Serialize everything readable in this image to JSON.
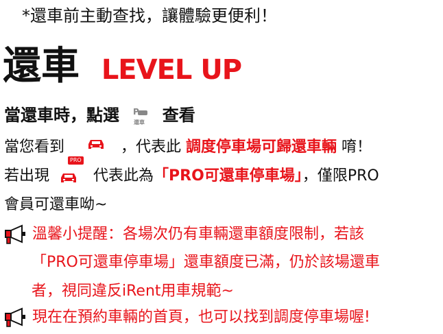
{
  "note": "*還車前主動查找，讓體驗更便利！",
  "title": {
    "main": "還車",
    "accent": "LEVEL UP"
  },
  "line1": {
    "text": "當還車時，點選",
    "icon_label": "還車",
    "icon_badge": "P",
    "after": "查看"
  },
  "line2": {
    "before": "當您看到",
    "mid": "，代表此",
    "highlight": "調度停車場可歸還車輛",
    "after": "唷！"
  },
  "line3": {
    "before": "若出現",
    "badge": "PRO",
    "mid": "代表此為",
    "highlight": "「PRO可還車停車場」",
    "after": "，僅限PRO"
  },
  "line4": "會員可還車呦~",
  "tip1": [
    "溫馨小提醒：各場次仍有車輛還車額度限制，若該",
    "「PRO可還車停車場」還車額度已滿，仍於該場還車",
    "者，視同違反iRent用車規範~"
  ],
  "tip2": "現在在預約車輛的首頁，也可以找到調度停車場喔!",
  "colors": {
    "accent": "#e8141b",
    "text": "#111111",
    "icon_gray": "#888888"
  }
}
